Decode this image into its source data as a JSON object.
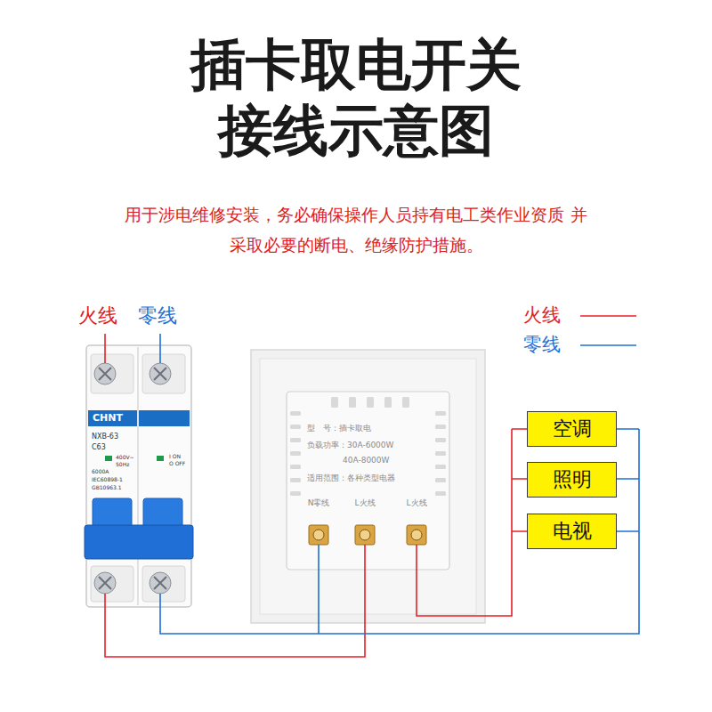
{
  "diagram": {
    "title": "插卡取电开关 接线示意图",
    "nodes": [
      {
        "text": [
          "空调"
        ]
      },
      {
        "text": [
          "照明"
        ]
      },
      {
        "text": [
          "电视"
        ]
      }
    ],
    "labels": [
      "用于涉电维修安装，务必确保操作人员持有电工类作业资质 并采取必要的断电、绝缘防护措施。",
      "火线",
      "零线",
      "CHNT",
      "NXB-63",
      "C63",
      "400V~",
      "50Hz",
      "6000A",
      "IEC60898-1",
      "GB10963.1",
      "I ON",
      "O OFF",
      "型　号：插卡取电",
      "负载功率：30A-6000W",
      "40A-8000W",
      "适用范围：各种类型电器",
      "N零线",
      "L火线",
      "L火线"
    ],
    "legend": [
      {
        "text": "火线"
      },
      {
        "text": "零线"
      }
    ]
  }
}
